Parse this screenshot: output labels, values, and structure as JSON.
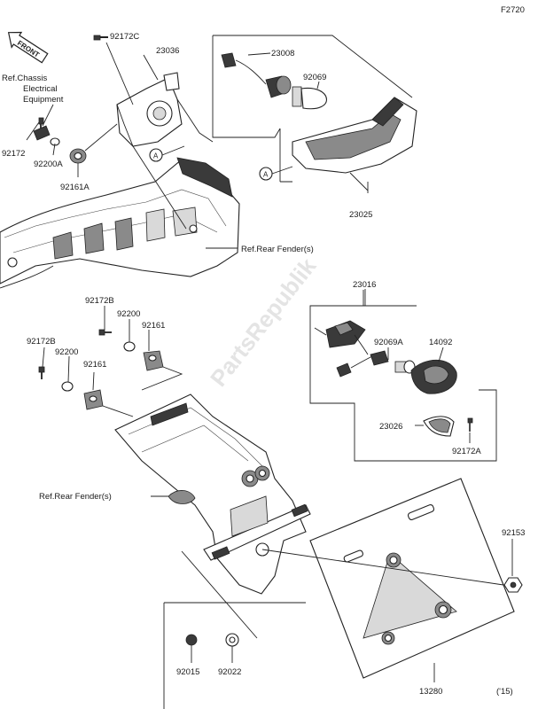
{
  "diagram_code": "F2720",
  "front_label": "FRONT",
  "watermark": "PartsRepublik",
  "callouts": {
    "p92172C": "92172C",
    "p23036": "23036",
    "p23008": "23008",
    "p92069": "92069",
    "p92172": "92172",
    "p92200A": "92200A",
    "p92161A": "92161A",
    "p23025": "23025",
    "p92172B_a": "92172B",
    "p92200_a": "92200",
    "p92161_a": "92161",
    "p92172B_b": "92172B",
    "p92200_b": "92200",
    "p92161_b": "92161",
    "p23016": "23016",
    "p92069A": "92069A",
    "p14092": "14092",
    "p23026": "23026",
    "p92172A": "92172A",
    "p92153": "92153",
    "p92015": "92015",
    "p92022": "92022",
    "p13280": "13280"
  },
  "references": {
    "chassis_line1": "Ref.Chassis",
    "chassis_line2": "Electrical",
    "chassis_line3": "Equipment",
    "rear_fender_top": "Ref.Rear Fender(s)",
    "rear_fender_bottom": "Ref.Rear Fender(s)"
  },
  "markers": {
    "a1": "A",
    "a2": "A"
  },
  "year_note": "('15)"
}
